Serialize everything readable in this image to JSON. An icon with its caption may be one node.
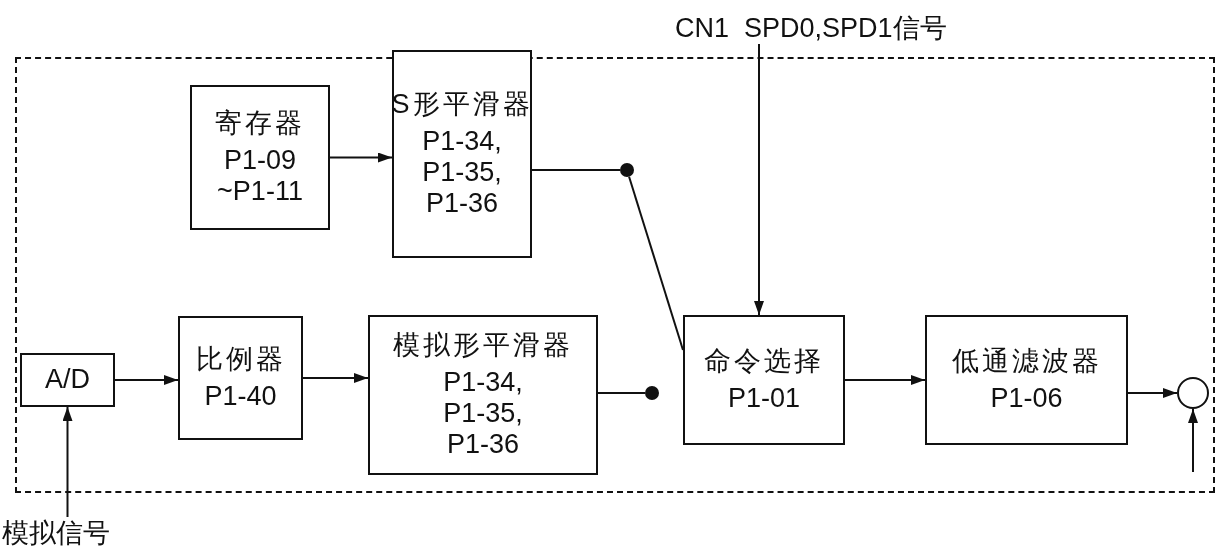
{
  "diagram": {
    "nodes": [
      {
        "text": [],
        "shape": "box"
      },
      {
        "text": [
          "CN1  SPD0,SPD1信号"
        ]
      },
      {
        "text": [
          "寄存器",
          "P1-09 ~P1-11"
        ],
        "in": 0
      },
      {
        "text": [
          "S形平滑器",
          "P1-34, P1-35, P1-36"
        ],
        "in": 0
      },
      {
        "text": [],
        "shape": "circle",
        "in": 0
      },
      {
        "text": [
          "A/D"
        ],
        "in": 0
      },
      {
        "text": [
          "比例器",
          "P1-40"
        ],
        "in": 0
      },
      {
        "text": [
          "模拟形平滑器",
          "P1-34, P1-35, P1-36"
        ],
        "in": 0
      },
      {
        "text": [],
        "shape": "circle",
        "in": 0
      },
      {
        "text": [
          "命令选择",
          "P1-01"
        ],
        "in": 0
      },
      {
        "text": [
          "低通滤波器",
          "P1-06"
        ],
        "in": 0
      },
      {
        "text": [],
        "shape": "circle",
        "in": 0
      },
      {
        "text": [
          "模拟信号"
        ]
      }
    ],
    "edges": [
      {
        "from": 2,
        "to": 3,
        "arrow": "to"
      },
      {
        "from": 3,
        "to": 4,
        "arrow": "none"
      },
      {
        "from": 4,
        "to": 9,
        "arrow": "none"
      },
      {
        "from": 1,
        "to": 9,
        "arrow": "to"
      },
      {
        "from": 5,
        "to": 6,
        "arrow": "to"
      },
      {
        "from": 6,
        "to": 7,
        "arrow": "to"
      },
      {
        "from": 7,
        "to": 8,
        "arrow": "none"
      },
      {
        "from": 9,
        "to": 10,
        "arrow": "to"
      },
      {
        "from": 10,
        "to": 11,
        "arrow": "to"
      },
      {
        "from": 12,
        "to": 5,
        "arrow": "to"
      },
      {
        "from": null,
        "to": 11,
        "arrow": "to"
      }
    ]
  }
}
